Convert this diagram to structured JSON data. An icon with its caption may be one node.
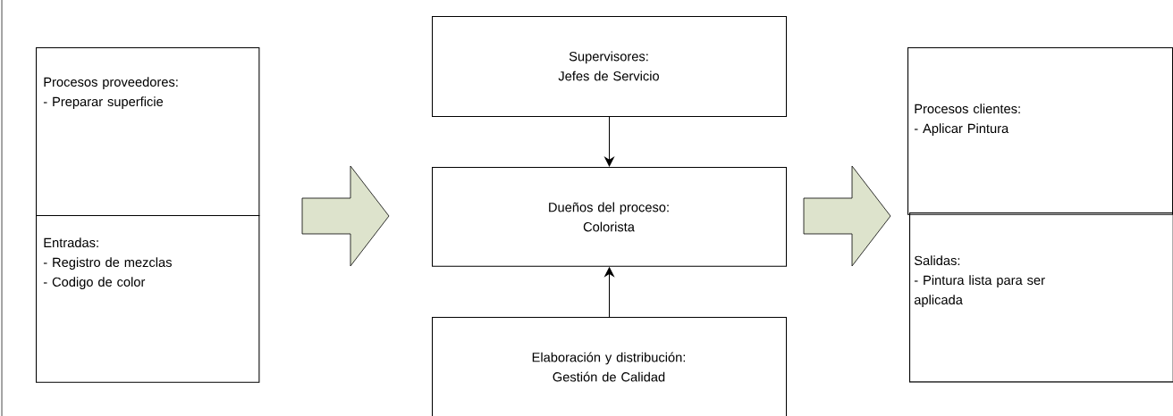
{
  "diagram": {
    "nodes": [
      {
        "text": [
          "Procesos proveedores:",
          "- Preparar superficie"
        ]
      },
      {
        "text": [
          "Entradas:",
          "- Registro de mezclas",
          "- Codigo de color"
        ]
      },
      {
        "text": [
          "Supervisores:",
          "Jefes de Servicio"
        ]
      },
      {
        "text": [
          "Dueños del proceso:",
          "Colorista"
        ]
      },
      {
        "text": [
          "Elaboración y distribución:",
          "Gestión de Calidad"
        ]
      },
      {
        "text": [
          "Procesos clientes:",
          "- Aplicar Pintura"
        ]
      },
      {
        "text": [
          "Salidas:",
          "- Pintura lista para ser aplicada"
        ]
      }
    ],
    "edges": [
      {
        "from": 0,
        "to": 3,
        "arrow": "to",
        "style": "thick",
        "color": "#dde3cc"
      },
      {
        "from": 1,
        "to": 3,
        "arrow": "to",
        "style": "thick",
        "color": "#dde3cc"
      },
      {
        "from": 2,
        "to": 3,
        "arrow": "to"
      },
      {
        "from": 4,
        "to": 3,
        "arrow": "to"
      },
      {
        "from": 3,
        "to": 5,
        "arrow": "to",
        "style": "thick",
        "color": "#dde3cc"
      },
      {
        "from": 3,
        "to": 6,
        "arrow": "to",
        "style": "thick",
        "color": "#dde3cc"
      }
    ]
  }
}
